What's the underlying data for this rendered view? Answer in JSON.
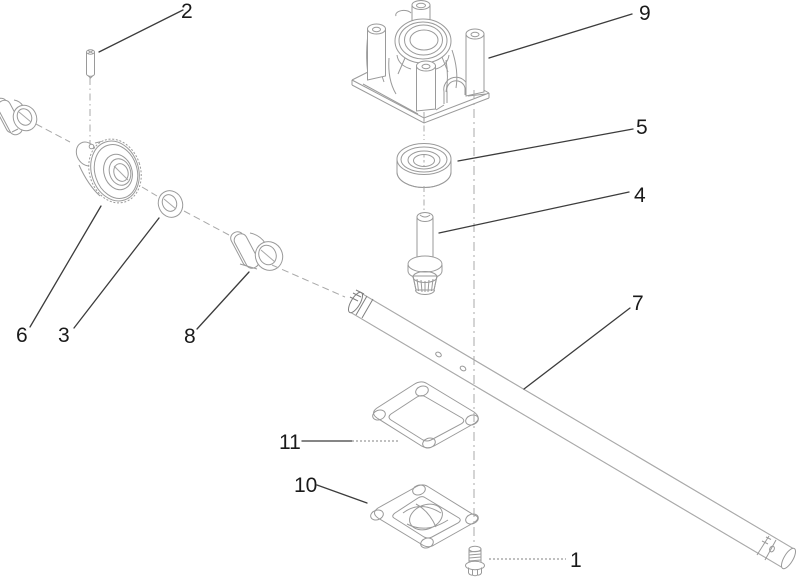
{
  "diagram": {
    "kind": "exploded-parts-diagram",
    "background_color": "#ffffff",
    "part_outline_color": "#9a9a9a",
    "leader_line_color": "#3c3c3c",
    "centerline_color": "#a8a8a8",
    "label_color": "#1a1a1a",
    "parts": [
      {
        "label": "1",
        "name": "flange-bolt"
      },
      {
        "label": "2",
        "name": "dowel-pin"
      },
      {
        "label": "3",
        "name": "washer"
      },
      {
        "label": "4",
        "name": "pinion-gear-shaft"
      },
      {
        "label": "5",
        "name": "ball-bearing"
      },
      {
        "label": "6",
        "name": "drive-gear"
      },
      {
        "label": "7",
        "name": "axle-shaft"
      },
      {
        "label": "8",
        "name": "flange-bushing"
      },
      {
        "label": "9",
        "name": "gear-case-housing"
      },
      {
        "label": "10",
        "name": "gear-case-cover"
      },
      {
        "label": "11",
        "name": "gasket"
      }
    ]
  }
}
